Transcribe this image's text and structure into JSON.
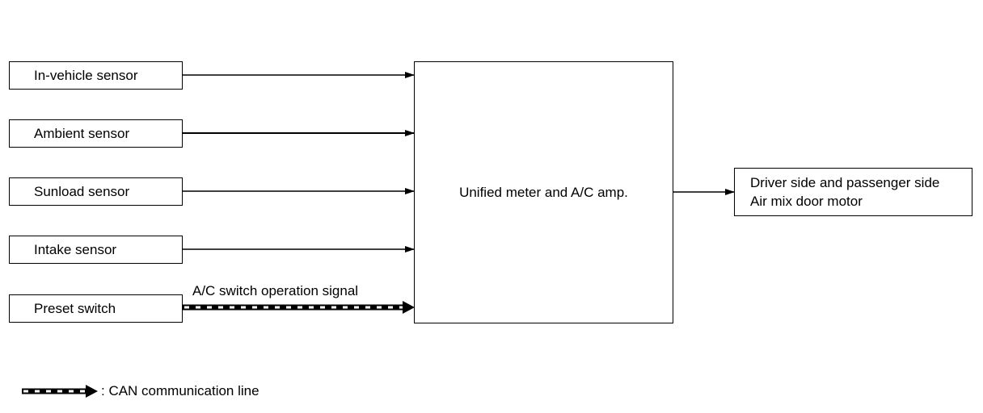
{
  "inputs": [
    {
      "label": "In-vehicle sensor",
      "line": "solid"
    },
    {
      "label": "Ambient sensor",
      "line": "solid"
    },
    {
      "label": "Sunload sensor",
      "line": "solid"
    },
    {
      "label": "Intake sensor",
      "line": "solid"
    },
    {
      "label": "Preset switch",
      "line": "can"
    }
  ],
  "amp": {
    "label": "Unified meter and A/C amp."
  },
  "output": {
    "line1": "Driver side and passenger side",
    "line2": "Air mix door motor"
  },
  "can_signal_label": "A/C switch operation signal",
  "legend": {
    "text": ": CAN communication line"
  }
}
